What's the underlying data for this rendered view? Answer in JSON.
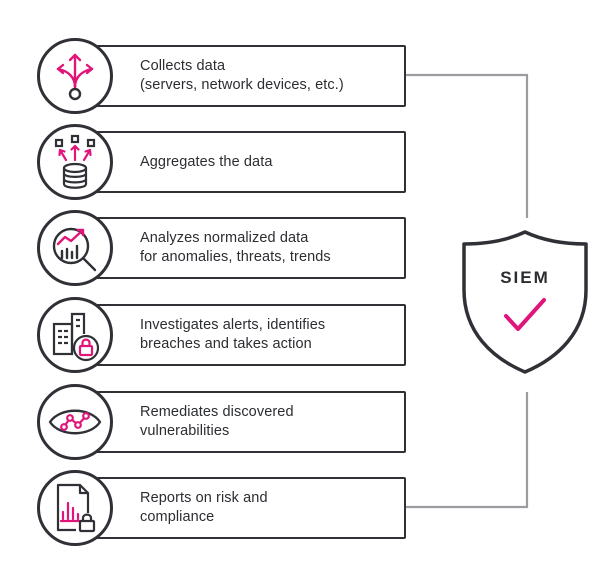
{
  "colors": {
    "outline": "#2f3136",
    "accent": "#e0157a",
    "connector": "#9a9ca1",
    "text": "#2b2d31"
  },
  "steps": [
    {
      "line1": "Collects data",
      "line2": "(servers, network devices, etc.)",
      "icon": "arrows-diverge-icon"
    },
    {
      "line1": "Aggregates the data",
      "line2": "",
      "icon": "database-aggregate-icon"
    },
    {
      "line1": "Analyzes normalized data",
      "line2": "for anomalies, threats, trends",
      "icon": "magnifier-chart-icon"
    },
    {
      "line1": "Investigates alerts, identifies",
      "line2": "breaches and takes action",
      "icon": "building-lock-icon"
    },
    {
      "line1": "Remediates discovered",
      "line2": "vulnerabilities",
      "icon": "eye-network-icon"
    },
    {
      "line1": "Reports on risk and",
      "line2": "compliance",
      "icon": "report-lock-icon"
    }
  ],
  "siem": {
    "label": "SIEM",
    "icon": "shield-check-icon"
  }
}
